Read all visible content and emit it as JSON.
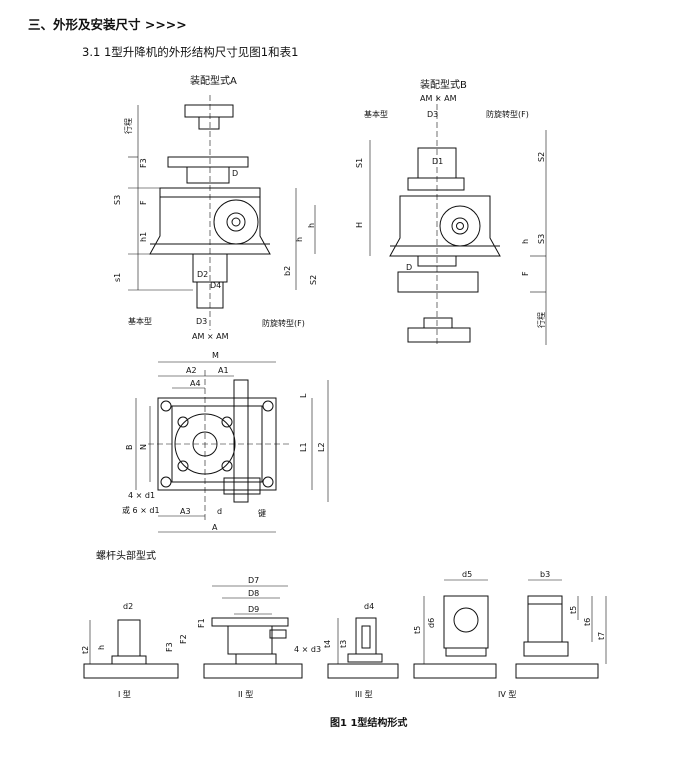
{
  "section_heading": "三、外形及安装尺寸 >>>>",
  "subsection_heading": "3.1  1型升降机的外形结构尺寸见图1和表1",
  "assembly_a": {
    "title": "装配型式A",
    "labels": {
      "stroke": "行程",
      "f3": "F3",
      "d": "D",
      "s3": "S3",
      "f": "F",
      "h": "h",
      "h1": "h1",
      "b2": "b2",
      "s1": "s1",
      "s2": "S2",
      "d2": "D2",
      "d4": "D4",
      "d3": "D3",
      "basic": "基本型",
      "anti": "防旋转型(F)",
      "am": "AM × AM"
    }
  },
  "assembly_b": {
    "title": "装配型式B",
    "labels": {
      "am": "AM × AM",
      "basic": "基本型",
      "d3": "D3",
      "anti": "防旋转型(F)",
      "s1": "S1",
      "d1": "D1",
      "s2": "S2",
      "h_big": "H",
      "h": "h",
      "s3": "S3",
      "d": "D",
      "f": "F",
      "stroke": "行程"
    }
  },
  "plan_view": {
    "labels": {
      "m": "M",
      "a2": "A2",
      "a1": "A1",
      "a4": "A4",
      "l": "L",
      "b": "B",
      "n": "N",
      "l1": "L1",
      "l2": "L2",
      "hole4": "4 × d1",
      "hole6": "或 6 × d1",
      "a3": "A3",
      "d": "d",
      "key": "键",
      "a": "A"
    }
  },
  "screw_heads": {
    "title": "螺杆头部型式",
    "types": [
      {
        "name": "I 型",
        "labels": [
          "d2",
          "t2",
          "h"
        ]
      },
      {
        "name": "II 型",
        "labels": [
          "D7",
          "D8",
          "D9",
          "F1",
          "F2",
          "F3",
          "4 × d3"
        ]
      },
      {
        "name": "III 型",
        "labels": [
          "d4",
          "t4",
          "t3"
        ]
      },
      {
        "name": "IV 型",
        "labels": [
          "d5",
          "d6",
          "t5",
          "b3",
          "t6",
          "t7"
        ]
      }
    ]
  },
  "figure_caption": "图1  1型结构形式"
}
